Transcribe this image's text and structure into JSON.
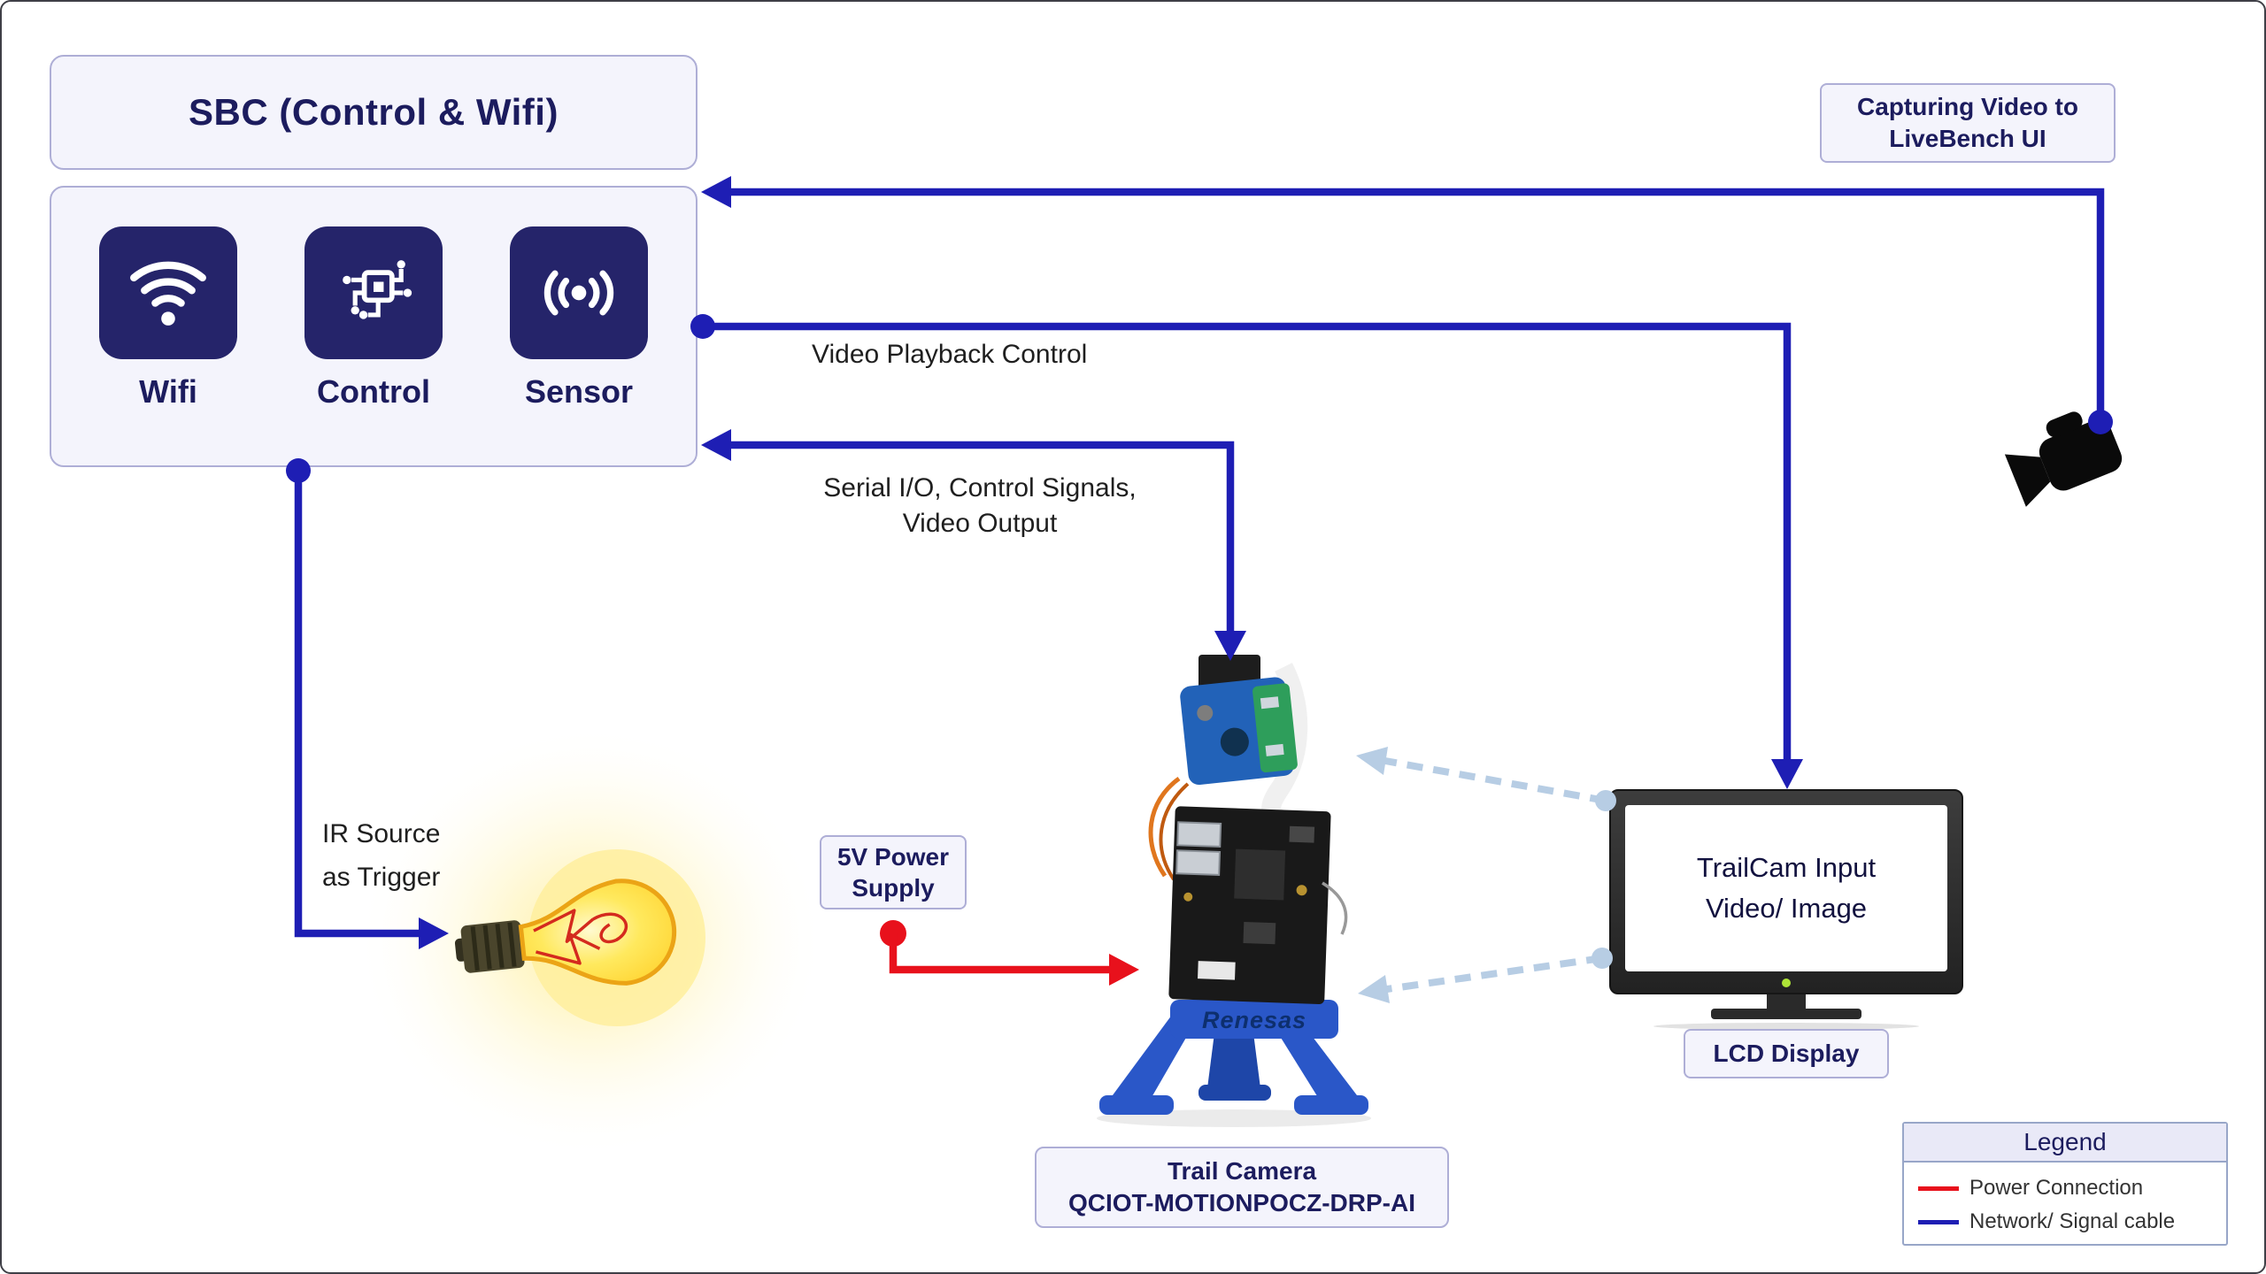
{
  "colors": {
    "arrow-blue": "#1e1eb4",
    "power-red": "#e8111c",
    "dashed-blue": "#b7cde4",
    "navy": "#1c1c5e",
    "panel-bg": "#f4f4fc",
    "panel-border": "#aeaed6",
    "tile-bg": "#25246a",
    "label-dark": "#1f1f1f"
  },
  "sbc": {
    "title": "SBC (Control & Wifi)",
    "tiles": [
      {
        "label": "Wifi",
        "icon": "wifi-icon"
      },
      {
        "label": "Control",
        "icon": "control-circuit-icon"
      },
      {
        "label": "Sensor",
        "icon": "sensor-icon"
      }
    ]
  },
  "annotations": {
    "capturing_video": "Capturing Video to LiveBench UI",
    "video_playback": "Video Playback Control",
    "serial_io_line1": "Serial I/O, Control Signals,",
    "serial_io_line2": "Video Output",
    "ir_source_line1": "IR Source",
    "ir_source_line2": "as Trigger"
  },
  "power_supply": {
    "line1": "5V Power",
    "line2": "Supply"
  },
  "trail_camera": {
    "label_line1": "Trail Camera",
    "label_line2": "QCIOT-MOTIONPOCZ-DRP-AI",
    "brand": "Renesas"
  },
  "lcd": {
    "screen_line1": "TrailCam Input",
    "screen_line2": "Video/ Image",
    "label": "LCD Display"
  },
  "legend": {
    "title": "Legend",
    "items": [
      {
        "label": "Power Connection",
        "type": "power"
      },
      {
        "label": "Network/ Signal cable",
        "type": "network"
      }
    ]
  }
}
